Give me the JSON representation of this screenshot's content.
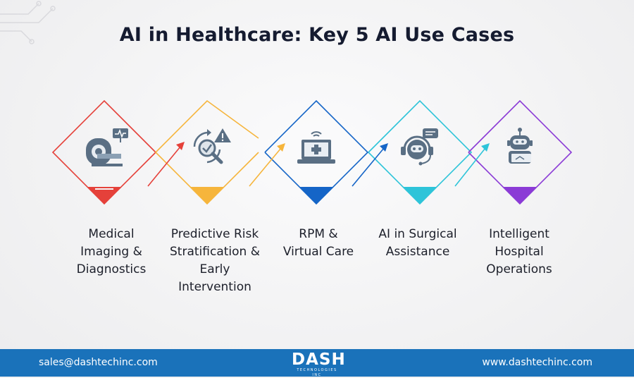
{
  "title": "AI in Healthcare: Key 5 AI Use Cases",
  "steps": [
    {
      "line1": "Medical",
      "line2": "Imaging &",
      "line3": "Diagnostics",
      "line4": "",
      "color": "#e5413a",
      "icon": "mri-scanner-icon"
    },
    {
      "line1": "Predictive Risk",
      "line2": "Stratification &",
      "line3": "Early",
      "line4": "Intervention",
      "color": "#f6b53c",
      "icon": "risk-search-icon"
    },
    {
      "line1": "RPM &",
      "line2": "Virtual Care",
      "line3": "",
      "line4": "",
      "color": "#1565c7",
      "icon": "laptop-medical-icon"
    },
    {
      "line1": "AI in Surgical",
      "line2": "Assistance",
      "line3": "",
      "line4": "",
      "color": "#2ec4d9",
      "icon": "robot-headset-icon"
    },
    {
      "line1": "Intelligent",
      "line2": "Hospital",
      "line3": "Operations",
      "line4": "",
      "color": "#8b3bd6",
      "icon": "robot-laptop-icon"
    }
  ],
  "footer": {
    "email": "sales@dashtechinc.com",
    "website": "www.dashtechinc.com",
    "logo_main": "DASH",
    "logo_sub": "TECHNOLOGIES INC"
  }
}
